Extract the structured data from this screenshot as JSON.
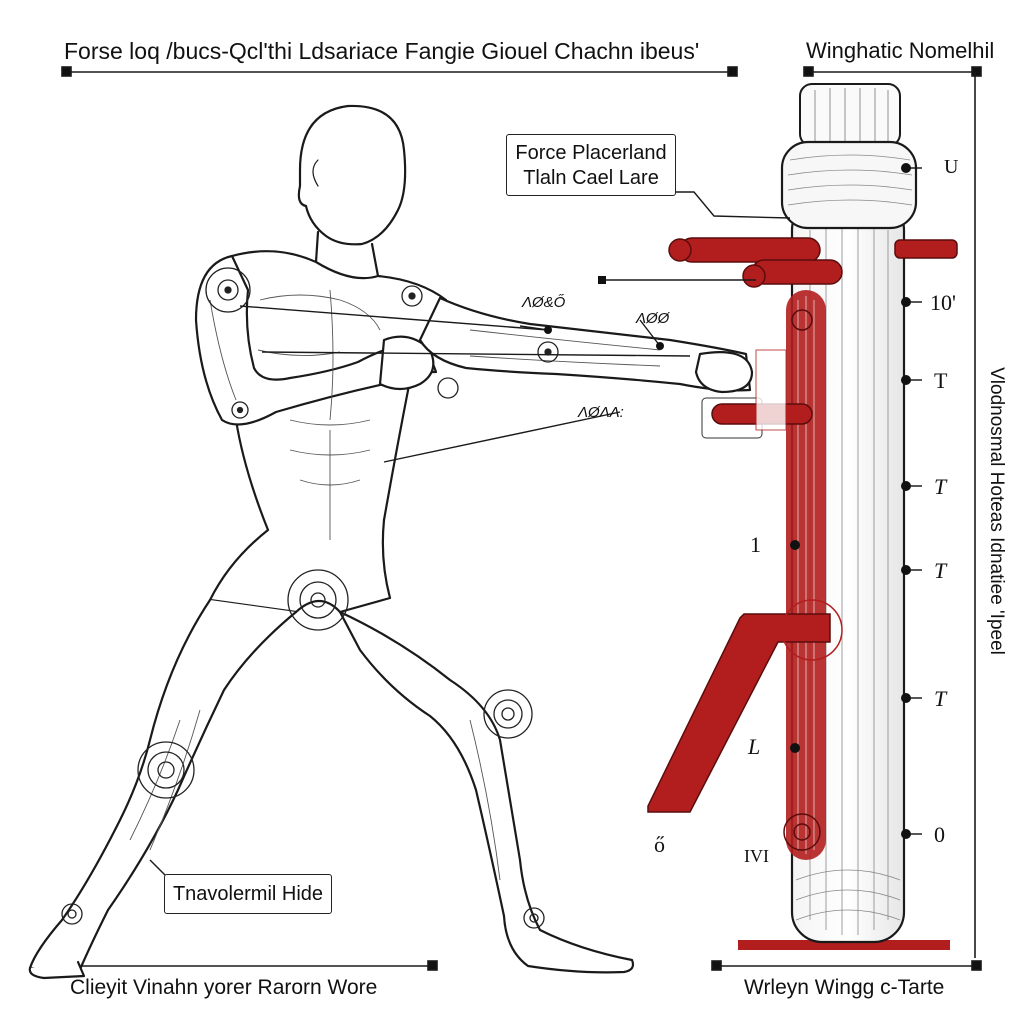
{
  "header": {
    "title_left": "Forse loq /bucs-Qcl'thi Ldsariace Fangie Giouel Chachn ibeus'",
    "title_right": "Winghatic Nomelhil"
  },
  "callouts": {
    "force_box_line1": "Force Placerland",
    "force_box_line2": "Tlaln Cael Lare",
    "lower_box": "Tnavolermil Hide"
  },
  "annotations": {
    "arm_top": "ΛØ&Ő",
    "wrist": "ΛØØ",
    "elbow_line": "ΛØΛΛ:"
  },
  "left_ticks": [
    "1",
    "L",
    "ő",
    "IVI"
  ],
  "right_ticks": [
    "U",
    "10'",
    "T",
    "T",
    "T",
    "T",
    "0"
  ],
  "vertical_label": "Vlodnosmal Hoteas Idnatiee 'Ipeel",
  "footer": {
    "left": "Clieyit Vinahn yorer Rarorn Wore",
    "right": "Wrleyn Wingg c-Tarte"
  },
  "colors": {
    "accent": "#b21e1e",
    "line": "#1a1a1a"
  }
}
